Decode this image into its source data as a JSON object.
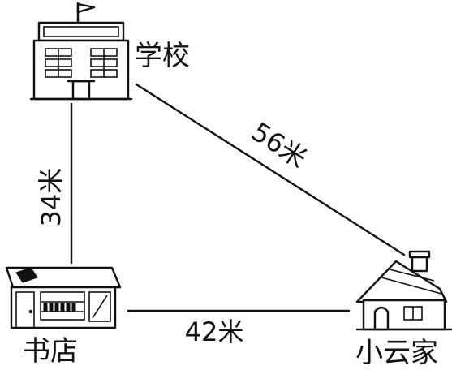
{
  "places": {
    "school": "学校",
    "bookstore": "书店",
    "home": "小云家"
  },
  "distances": {
    "school_bookstore": "34米",
    "school_home": "56米",
    "bookstore_home": "42米"
  }
}
